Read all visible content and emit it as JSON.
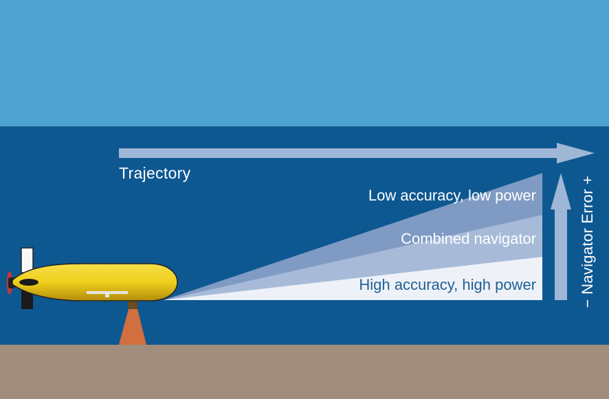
{
  "labels": {
    "trajectory": "Trajectory",
    "low_accuracy": "Low accuracy, low power",
    "combined": "Combined navigator",
    "high_accuracy": "High accuracy, high power",
    "error_axis": "− Navigator Error +"
  },
  "colors": {
    "sky": "#4fa3d3",
    "water": "#0e5891",
    "seabed": "#a08d7c",
    "arrow": "#9fb7d6",
    "wedge_low": "#7f9bc4",
    "wedge_combined": "#a7bbd9",
    "wedge_high": "#eef2f8",
    "vehicle_body": "#f0cf1c",
    "sonar_cone": "#d26f3e"
  },
  "icons": {
    "vehicle": "auv-icon",
    "sonar": "sonar-beam-icon"
  }
}
